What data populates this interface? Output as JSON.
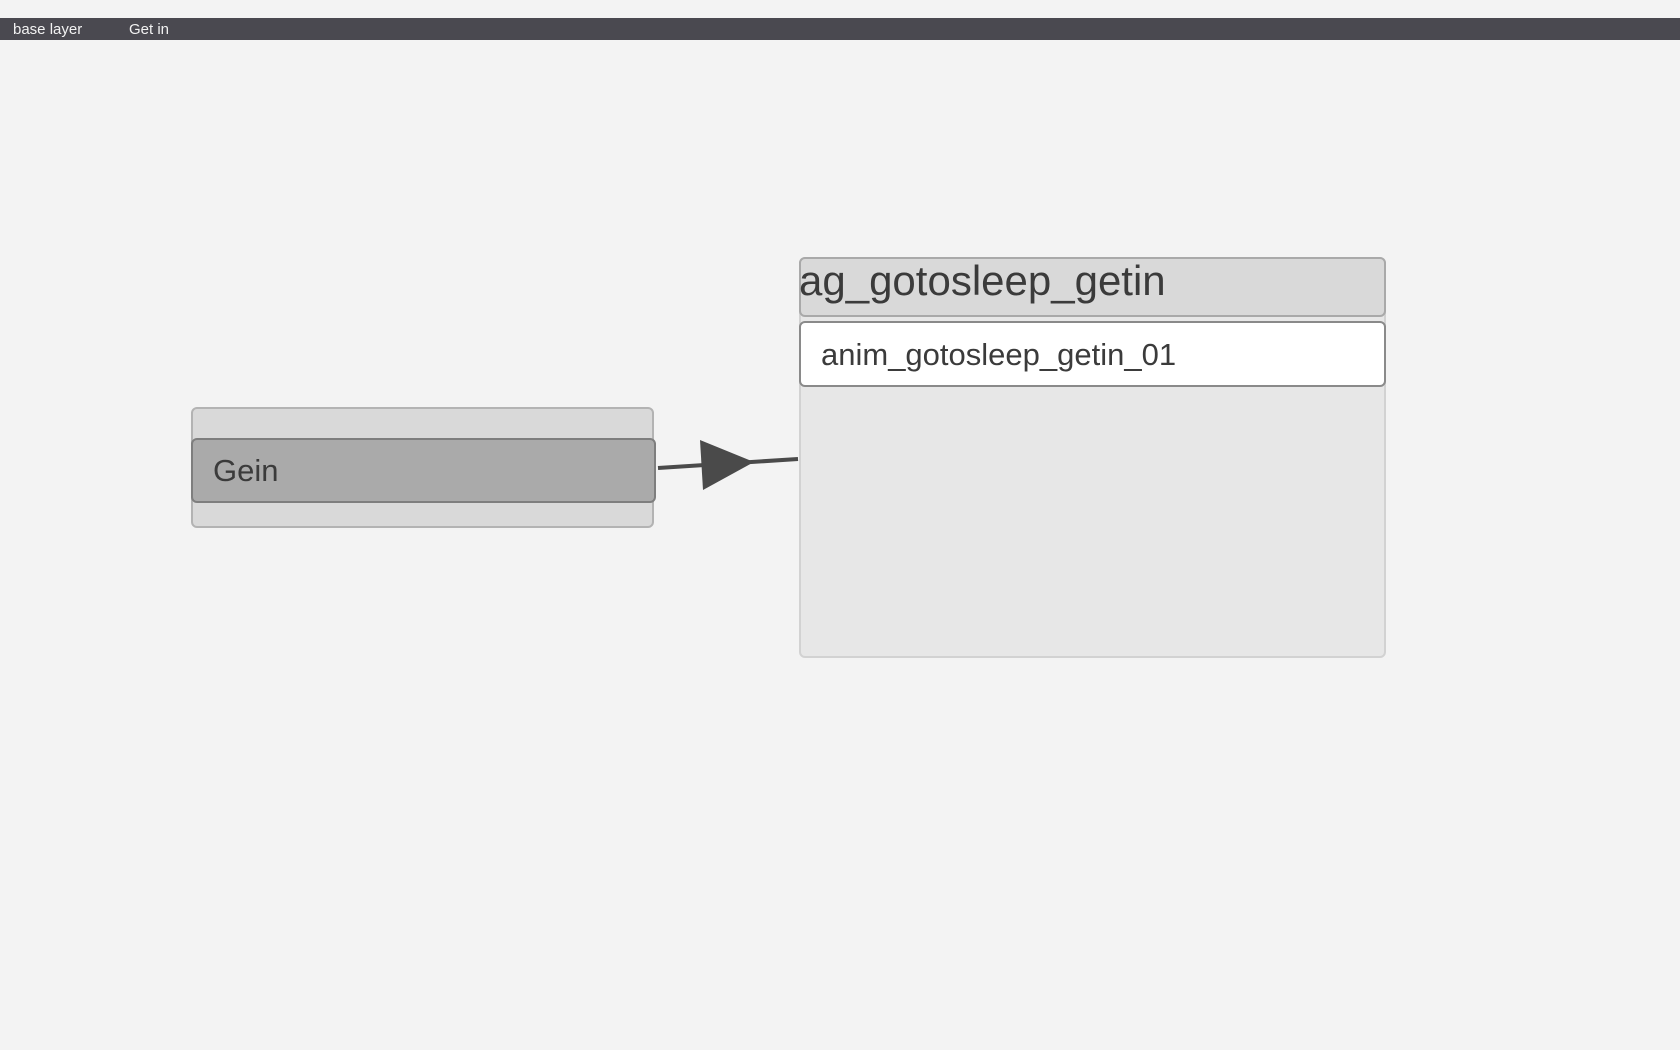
{
  "breadcrumb": {
    "items": [
      {
        "label": "base layer"
      },
      {
        "label": "Get in"
      }
    ]
  },
  "graph": {
    "source_state": {
      "label": "Gein"
    },
    "transition": {
      "direction": "source-to-group"
    },
    "animation_group": {
      "title": "ag_gotosleep_getin",
      "animations": [
        {
          "label": "anim_gotosleep_getin_01"
        }
      ]
    }
  },
  "colors": {
    "background": "#f3f3f3",
    "breadcrumb_bar": "#4a4950",
    "breadcrumb_text": "#f2f2f2",
    "node_body": "#d9d9d9",
    "node_slot": "#aaaaaa",
    "group_body": "#e7e7e7",
    "anim_row": "#ffffff",
    "arrow": "#4a4a4a",
    "text": "#3b3b3b"
  }
}
